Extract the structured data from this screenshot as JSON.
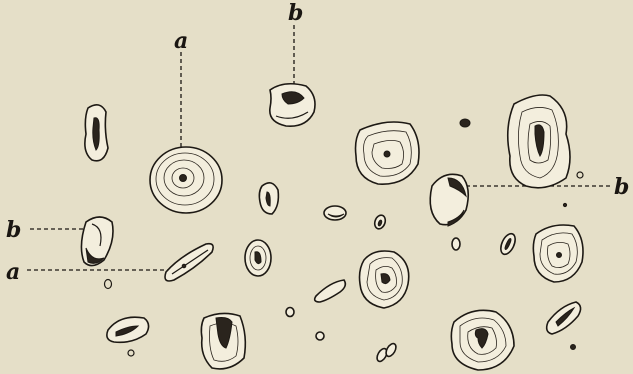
{
  "labels": {
    "a_top": "a",
    "b_top": "b",
    "b_left": "b",
    "a_left": "a",
    "b_right": "b"
  }
}
